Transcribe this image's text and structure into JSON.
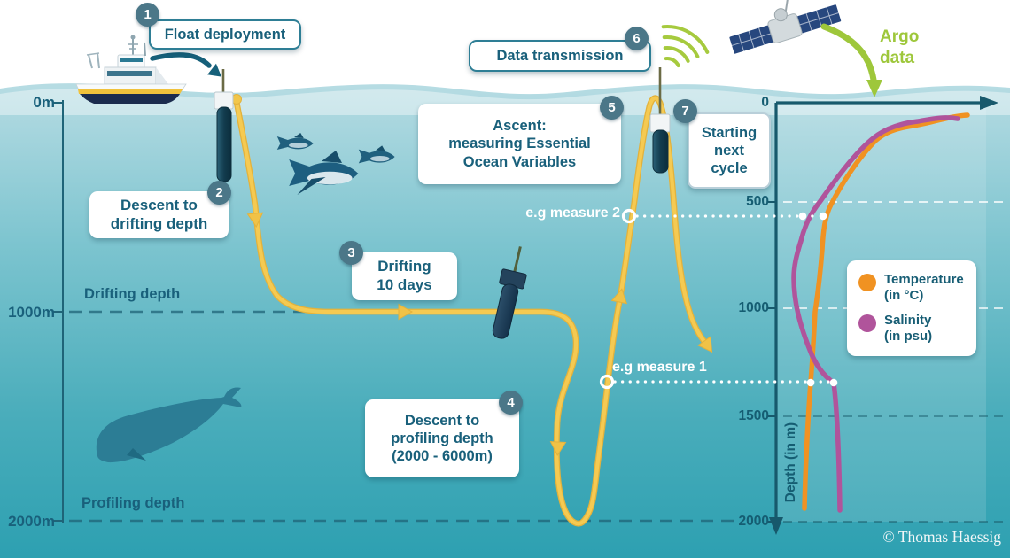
{
  "steps": [
    {
      "num": "1",
      "label": "Float deployment"
    },
    {
      "num": "2",
      "label": "Descent to\ndrifting depth"
    },
    {
      "num": "3",
      "label": "Drifting\n10 days"
    },
    {
      "num": "4",
      "label": "Descent to\nprofiling depth\n(2000 - 6000m)"
    },
    {
      "num": "5",
      "label": "Ascent:\nmeasuring Essential\nOcean Variables"
    },
    {
      "num": "6",
      "label": "Data transmission"
    },
    {
      "num": "7",
      "label": "Starting\nnext\ncycle"
    }
  ],
  "depth_scale": {
    "tick_0": "0m",
    "tick_1000": "1000m",
    "tick_2000": "2000m",
    "drifting_line_label": "Drifting depth",
    "profiling_line_label": "Profiling depth"
  },
  "measures": {
    "measure_2_label": "e.g measure 2",
    "measure_1_label": "e.g measure 1"
  },
  "argo_data_label": "Argo\ndata",
  "chart": {
    "tick_labels": [
      "0",
      "500",
      "1000",
      "1500",
      "2000"
    ],
    "axis_label": "Depth (in m)",
    "legend": [
      {
        "label": "Temperature\n(in °C)",
        "color": "#f09222"
      },
      {
        "label": "Salinity\n(in psu)",
        "color": "#b0549b"
      }
    ]
  },
  "credit": "© Thomas Haessig",
  "colors": {
    "text_teal": "#19607b",
    "badge_bg": "#4b7788",
    "cycle_path_yellow": "#f0c247",
    "temperature_orange": "#f09222",
    "salinity_purple": "#b0549b",
    "argo_green": "#9ec73b",
    "axis_teal": "#17596c",
    "box_border_teal": "#2e7e95"
  },
  "chart_data": {
    "type": "line",
    "title": "Argo data (temperature and salinity depth profiles)",
    "ylabel": "Depth (in m)",
    "y_ticks": [
      0,
      500,
      1000,
      1500,
      2000
    ],
    "y_direction": "downward",
    "xlabel": "",
    "x_axis_note": "unlabeled value axis; values given in relative units 0-1 of axis width",
    "grid": "dashed horizontal gridlines at 500, 1000, 1500, 2000 m",
    "legend_position": "right-middle",
    "series": [
      {
        "name": "Temperature (in °C)",
        "color": "#f09222",
        "points_depth_m_vs_value": [
          [
            50,
            0.85
          ],
          [
            110,
            0.47
          ],
          [
            180,
            0.4
          ],
          [
            270,
            0.25
          ],
          [
            490,
            0.22
          ],
          [
            540,
            0.21
          ],
          [
            700,
            0.19
          ],
          [
            1000,
            0.17
          ],
          [
            1340,
            0.15
          ],
          [
            1700,
            0.14
          ],
          [
            1950,
            0.13
          ]
        ]
      },
      {
        "name": "Salinity (in psu)",
        "color": "#b0549b",
        "points_depth_m_vs_value": [
          [
            80,
            0.81
          ],
          [
            150,
            0.38
          ],
          [
            270,
            0.2
          ],
          [
            470,
            0.13
          ],
          [
            540,
            0.11
          ],
          [
            740,
            0.08
          ],
          [
            1000,
            0.09
          ],
          [
            1200,
            0.16
          ],
          [
            1340,
            0.26
          ],
          [
            1700,
            0.28
          ],
          [
            1950,
            0.28
          ]
        ]
      }
    ],
    "measure_lines": [
      {
        "label": "e.g measure 2",
        "depth_m": 540
      },
      {
        "label": "e.g measure 1",
        "depth_m": 1340
      }
    ]
  }
}
